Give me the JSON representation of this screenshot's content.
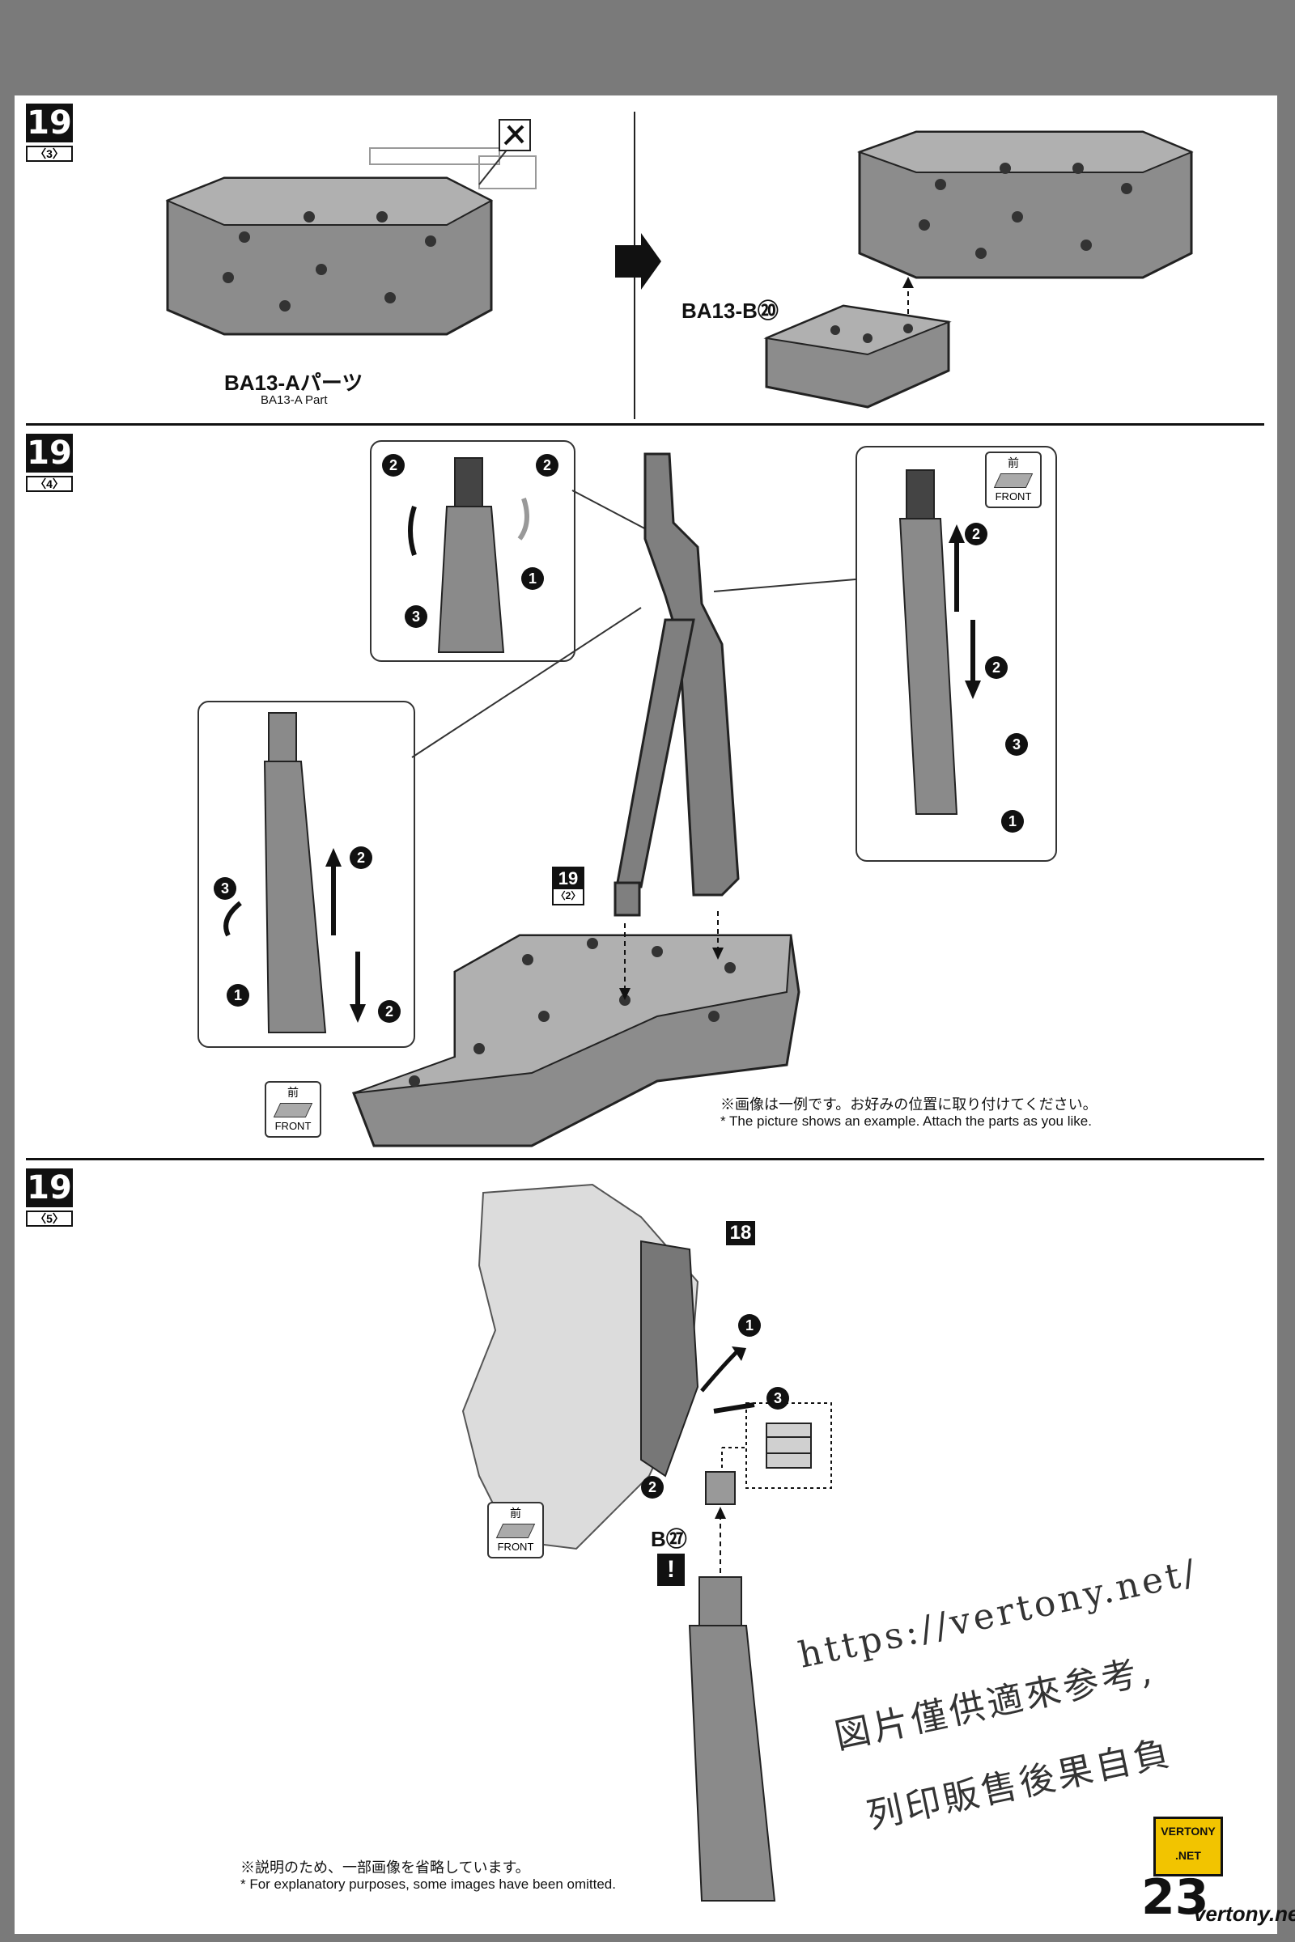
{
  "step": {
    "number": "19",
    "sub_a": "〈3〉",
    "sub_b": "〈4〉",
    "sub_c": "〈5〉"
  },
  "panel1": {
    "part_label": "BA13-Aパーツ",
    "part_label_en": "BA13-A Part",
    "part_b_label": "BA13-B⑳"
  },
  "panel2": {
    "front_label": "FRONT",
    "front_kanji": "前",
    "ref_step": "19",
    "ref_sub": "〈2〉",
    "note_jp": "※画像は一例です。お好みの位置に取り付けてください。",
    "note_en": "* The picture shows an example. Attach the parts as you like.",
    "markers": [
      "1",
      "2",
      "3"
    ]
  },
  "panel3": {
    "ref_part": "18",
    "part_b": "B㉗",
    "warning": "!",
    "front_label": "FRONT",
    "front_kanji": "前",
    "note_jp": "※説明のため、一部画像を省略しています。",
    "note_en": "* For explanatory purposes, some images have been omitted."
  },
  "watermark": {
    "line1": "https://vertony.net/",
    "line2": "図片僅供適來参考,",
    "line3": "列印販售後果自負"
  },
  "badge": {
    "line1": "VERTONY",
    "line2": ".NET"
  },
  "page_number": "23",
  "footer_url": "vertony.net"
}
